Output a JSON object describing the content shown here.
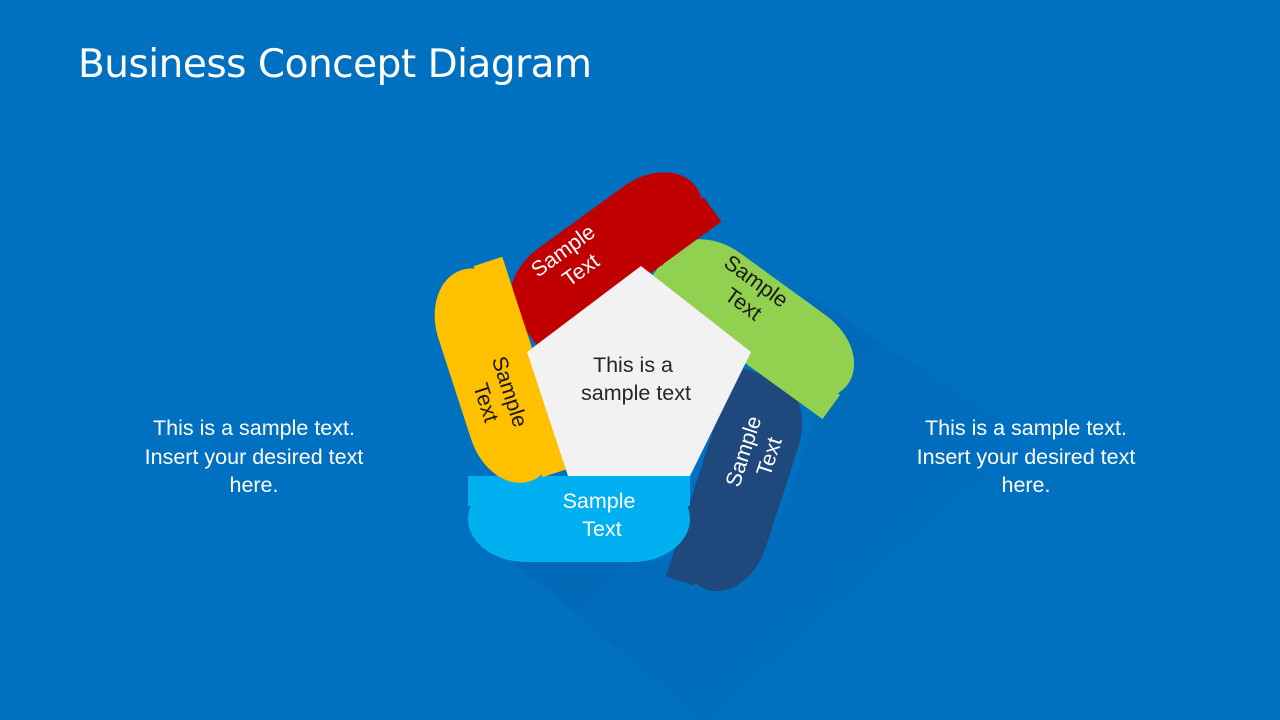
{
  "slide": {
    "title": "Business Concept Diagram",
    "background_color": "#0070c0"
  },
  "left_text": {
    "line1": "This is a sample text.",
    "line2": "Insert your desired text",
    "line3": "here."
  },
  "right_text": {
    "line1": "This is a sample text.",
    "line2": "Insert your desired text",
    "line3": "here."
  },
  "diagram": {
    "center": {
      "line1": "This is a",
      "line2": "sample text",
      "color": "#f2f2f2"
    },
    "segments": [
      {
        "id": "top-left",
        "line1": "Sample",
        "line2": "Text",
        "color": "#c00000",
        "text_color": "#ffffff"
      },
      {
        "id": "top-right",
        "line1": "Sample",
        "line2": "Text",
        "color": "#92d050",
        "text_color": "#1a1a1a"
      },
      {
        "id": "bottom-right",
        "line1": "Sample",
        "line2": "Text",
        "color": "#1f497d",
        "text_color": "#ffffff"
      },
      {
        "id": "bottom",
        "line1": "Sample",
        "line2": "Text",
        "color": "#00b0f0",
        "text_color": "#ffffff"
      },
      {
        "id": "left",
        "line1": "Sample",
        "line2": "Text",
        "color": "#ffc000",
        "text_color": "#1a1a1a"
      }
    ]
  }
}
